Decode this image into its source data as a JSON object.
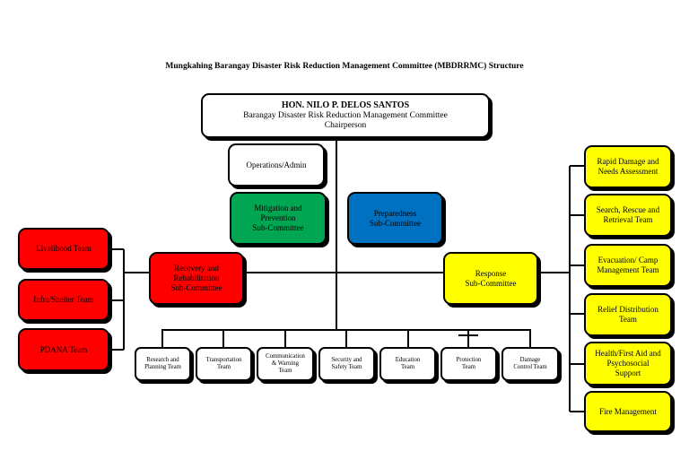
{
  "title": "Mungkahing Barangay Disaster Risk Reduction Management Committee (MBDRRMC) Structure",
  "chairperson": {
    "name": "HON. NILO P. DELOS SANTOS",
    "committee": "Barangay Disaster Risk Reduction Management Committee",
    "position": "Chairperson"
  },
  "operations": "Operations/Admin",
  "mitigation": [
    "Mitigation and",
    "Prevention",
    "Sub-Committee"
  ],
  "preparedness": [
    "Preparedness",
    "Sub-Committee"
  ],
  "recovery": [
    "Recovery and",
    "Rehabilitation",
    "Sub-Committee"
  ],
  "response": [
    "Response",
    "Sub-Committee"
  ],
  "left_teams": [
    "Livelihood Team",
    "Infra/Shelter Team",
    "PDANA Team"
  ],
  "bottom_teams": [
    [
      "Research and",
      "Planning Team"
    ],
    [
      "Transportation",
      "Team"
    ],
    [
      "Communication",
      "& Warning",
      "Team"
    ],
    [
      "Security and",
      "Safety Team"
    ],
    [
      "Education",
      "Team"
    ],
    [
      "Protection",
      "Team"
    ],
    [
      "Damage",
      "Control Team"
    ]
  ],
  "right_teams": [
    [
      "Rapid Damage and",
      "Needs Assessment"
    ],
    [
      "Search, Rescue and",
      "Retrieval Team"
    ],
    [
      "Evacuation/ Camp",
      "Management Team"
    ],
    [
      "Relief Distribution",
      "Team"
    ],
    [
      "Health/First Aid and",
      "Psychosocial",
      "Support"
    ],
    [
      "Fire Management"
    ]
  ],
  "colors": {
    "line": "#000000",
    "red": "#ff0000",
    "yellow": "#ffff00",
    "green": "#00a651",
    "blue": "#0070c0"
  }
}
